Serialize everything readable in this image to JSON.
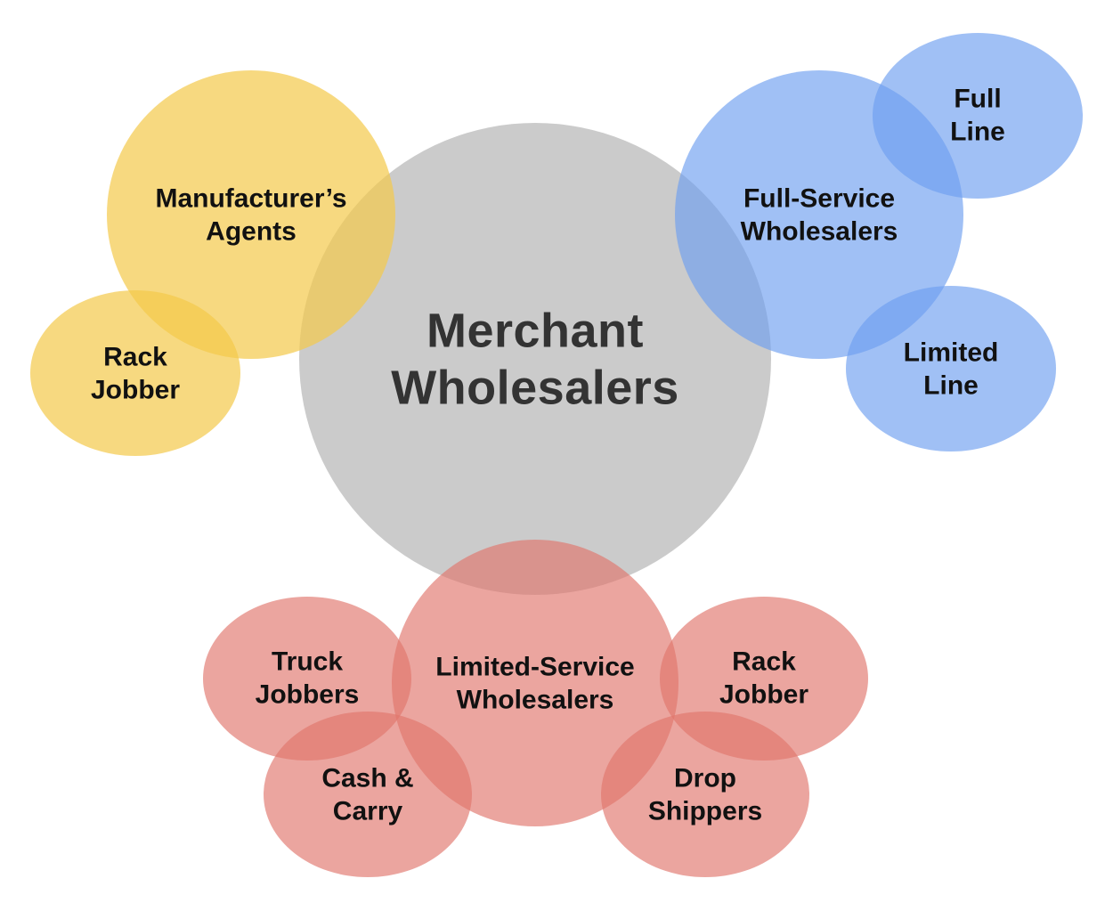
{
  "colors": {
    "center": "#bdbdbd",
    "yellow": "#f3c94a",
    "blue": "#6d9ef0",
    "red": "#e0746c"
  },
  "center": {
    "line1": "Merchant",
    "line2": "Wholesalers"
  },
  "manufacturers_agents": {
    "line1": "Manufacturer’s",
    "line2": "Agents"
  },
  "rack_jobber_left": {
    "line1": "Rack",
    "line2": "Jobber"
  },
  "full_service": {
    "line1": "Full-Service",
    "line2": "Wholesalers"
  },
  "full_line": {
    "line1": "Full",
    "line2": "Line"
  },
  "limited_line": {
    "line1": "Limited",
    "line2": "Line"
  },
  "limited_service": {
    "line1": "Limited-Service",
    "line2": "Wholesalers"
  },
  "truck_jobbers": {
    "line1": "Truck",
    "line2": "Jobbers"
  },
  "cash_carry": {
    "line1": "Cash &",
    "line2": "Carry"
  },
  "rack_jobber_right": {
    "line1": "Rack",
    "line2": "Jobber"
  },
  "drop_shippers": {
    "line1": "Drop",
    "line2": "Shippers"
  }
}
